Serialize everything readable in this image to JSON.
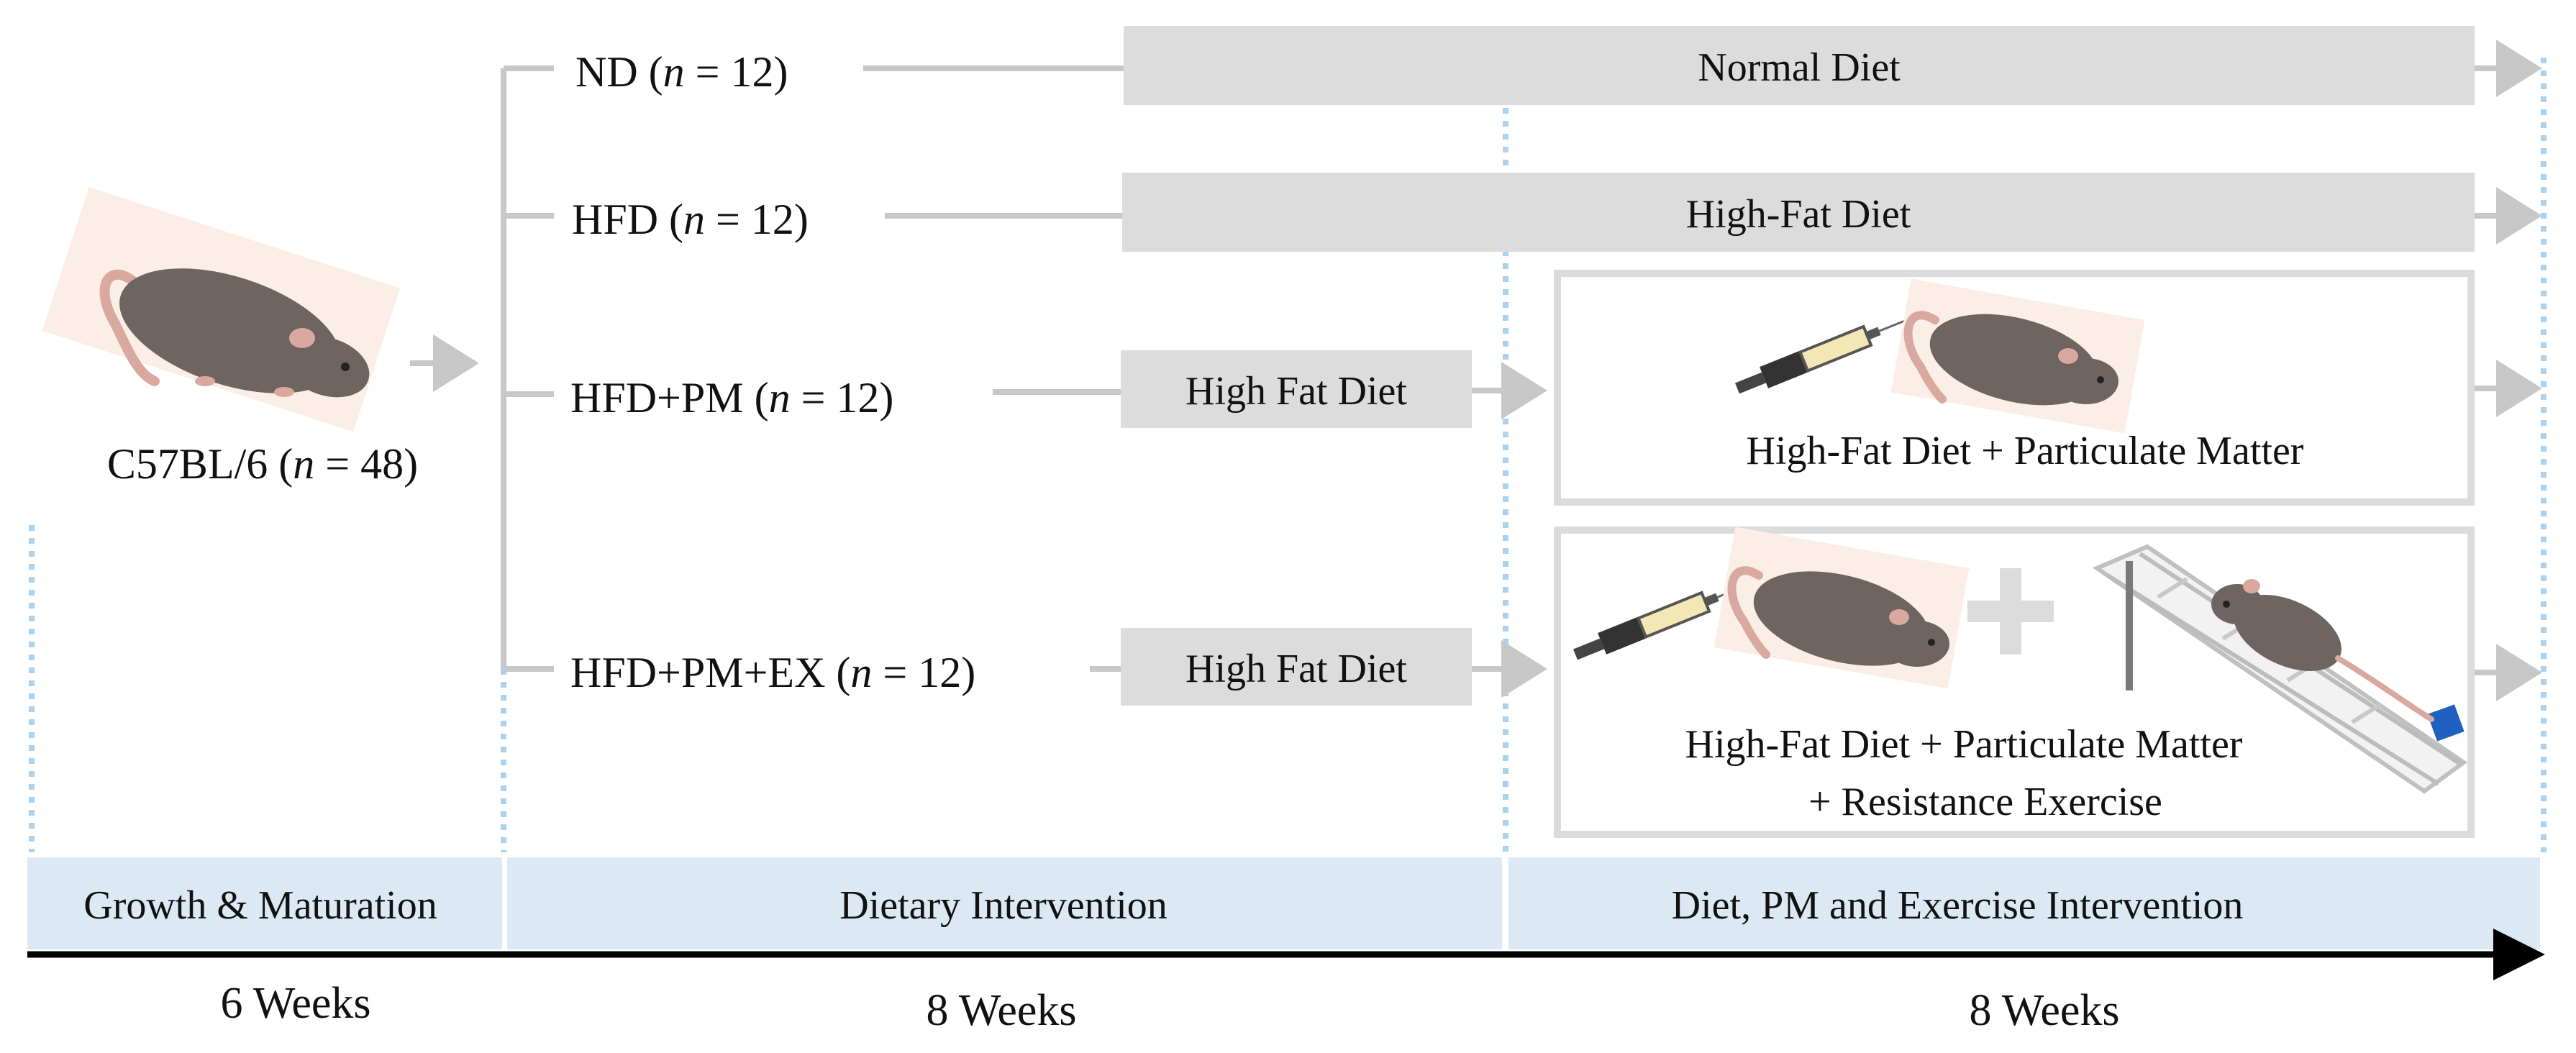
{
  "start_group": {
    "strain": "C57BL/6",
    "n_prefix": "(",
    "n_symbol": "n",
    "n_value": " = 48)"
  },
  "groups": [
    {
      "name": "ND",
      "n_symbol": "n",
      "n_value": " = 12)"
    },
    {
      "name": "HFD",
      "n_symbol": "n",
      "n_value": " = 12)"
    },
    {
      "name": "HFD+PM",
      "n_symbol": "n",
      "n_value": " = 12)"
    },
    {
      "name": "HFD+PM+EX",
      "n_symbol": "n",
      "n_value": " = 12)"
    }
  ],
  "boxes": {
    "normal_diet": "Normal Diet",
    "high_fat_diet": "High-Fat Diet",
    "hfd_pm_phase1": "High Fat Diet",
    "hfd_pm_ex_phase1": "High Fat Diet",
    "hfd_pm_phase2": "High-Fat Diet + Particulate Matter",
    "hfd_pm_ex_phase2_line1": "High-Fat Diet + Particulate Matter",
    "hfd_pm_ex_phase2_line2": "+ Resistance Exercise"
  },
  "phases": [
    {
      "label": "Growth & Maturation",
      "duration": "6 Weeks"
    },
    {
      "label": "Dietary Intervention",
      "duration": "8 Weeks"
    },
    {
      "label": "Diet, PM and Exercise Intervention",
      "duration": "8 Weeks"
    }
  ],
  "colors": {
    "line_gray": "#c8c8c8",
    "box_gray": "#dcdcdc",
    "phase_blue": "#dce9f5",
    "dotted_blue": "#a9d3f0",
    "mouse_body": "#6e6560",
    "mouse_tail": "#d9a9a0",
    "timeline": "#000000"
  },
  "icons": [
    "mouse-icon",
    "syringe-icon",
    "plus-icon",
    "ladder-icon"
  ]
}
